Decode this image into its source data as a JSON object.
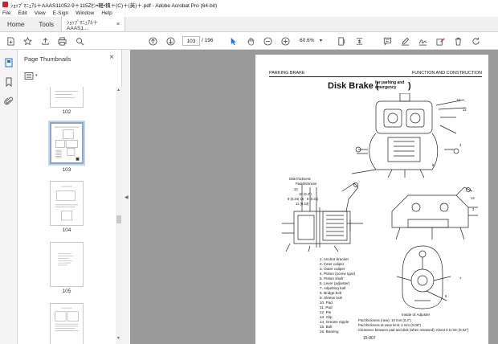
{
  "window": {
    "title": "ｼｮｯﾌﾟﾏﾆｭｱﾙ＋AAAS11052-9＋115Zｾﾝ•軽•積＋(C)＋(英)＋.pdf - Adobe Acrobat Pro (64-bit)"
  },
  "menu": [
    "File",
    "Edit",
    "View",
    "E-Sign",
    "Window",
    "Help"
  ],
  "tabs": {
    "home": "Home",
    "tools": "Tools",
    "document": "ｼｮｯﾌﾟﾏﾆｭｱﾙ＋AAAS1...",
    "close": "×"
  },
  "toolbar": {
    "current_page": "103",
    "total_pages": "/ 196",
    "zoom": "60.6%"
  },
  "panel": {
    "title": "Page Thumbnails",
    "close": "×",
    "thumbnails": [
      {
        "label": "102"
      },
      {
        "label": "103",
        "selected": true
      },
      {
        "label": "104"
      },
      {
        "label": "105"
      }
    ]
  },
  "pdf_page": {
    "header_left": "PARKING BRAKE",
    "header_right": "FUNCTION AND CONSTRUCTION",
    "title": "Disk Brake (",
    "title_sub_1": "for parking and",
    "title_sub_2": "emergency",
    "title_close": ")",
    "dim_labels": {
      "disk_thickness": "Disk thickness",
      "pad_thickness": "Pad thickness",
      "d1": "10",
      "d2": "10 (0.4\")",
      "d3": "9 (0.34) 18",
      "d4": "8 (0.34)",
      "d5": "11 (0.43)"
    },
    "legend": [
      "1.  Anchor bracket",
      "2.  Inner caliper",
      "3.  Outer caliper",
      "4.  Piston (screw type)",
      "5.  Piston shaft",
      "6.  Lever (adjuster)",
      "7.  Adjusting bolt",
      "8.  Bridge bolt",
      "9.  Sleeve bolt",
      "10. Pad",
      "11. Pad",
      "12. Pin",
      "13. Clip",
      "14. Grease nipple",
      "15. Bolt",
      "16. Bearing"
    ],
    "adjuster_caption": "Inside of Adjuster",
    "notes": [
      "Pad thickness (new):  10 mm (0.4\")",
      "Pad thickness at wear limit:  2 mm (0.08\")",
      "Clearance between pad and disk (when released):  About 0.5 mm (0.02\")"
    ],
    "page_number": "15-007"
  }
}
